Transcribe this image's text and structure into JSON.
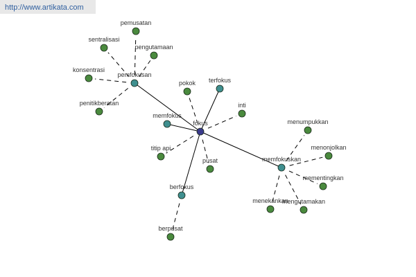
{
  "site_link": "http://www.artikata.com",
  "colors": {
    "center": "#3a3a8c",
    "related": "#3f8f8f",
    "synonym": "#4a8a3e"
  },
  "nodes": [
    {
      "id": "fokus",
      "label": "fokus",
      "kind": "center"
    },
    {
      "id": "pemfokusan",
      "label": "pemfokusan",
      "kind": "related"
    },
    {
      "id": "terfokus",
      "label": "terfokus",
      "kind": "related"
    },
    {
      "id": "memfokus",
      "label": "memfokus",
      "kind": "related"
    },
    {
      "id": "memfokuskan",
      "label": "memfokuskan",
      "kind": "related"
    },
    {
      "id": "berfokus",
      "label": "berfokus",
      "kind": "related"
    },
    {
      "id": "pemusatan",
      "label": "pemusatan",
      "kind": "synonym"
    },
    {
      "id": "sentralisasi",
      "label": "sentralisasi",
      "kind": "synonym"
    },
    {
      "id": "pengutamaan",
      "label": "pengutamaan",
      "kind": "synonym"
    },
    {
      "id": "konsentrasi",
      "label": "konsentrasi",
      "kind": "synonym"
    },
    {
      "id": "penitikberatan",
      "label": "penitikberatan",
      "kind": "synonym"
    },
    {
      "id": "pokok",
      "label": "pokok",
      "kind": "synonym"
    },
    {
      "id": "inti",
      "label": "inti",
      "kind": "synonym"
    },
    {
      "id": "titip_api",
      "label": "titip api",
      "kind": "synonym"
    },
    {
      "id": "pusat",
      "label": "pusat",
      "kind": "synonym"
    },
    {
      "id": "berpusat",
      "label": "berpusat",
      "kind": "synonym"
    },
    {
      "id": "menumpukkan",
      "label": "menumpukkan",
      "kind": "synonym"
    },
    {
      "id": "menonjolkan",
      "label": "menonjolkan",
      "kind": "synonym"
    },
    {
      "id": "mementingkan",
      "label": "mementingkan",
      "kind": "synonym"
    },
    {
      "id": "menekankan",
      "label": "menekankan",
      "kind": "synonym"
    },
    {
      "id": "mengutamakan",
      "label": "mengutamakan",
      "kind": "synonym"
    }
  ],
  "edges": [
    {
      "from": "fokus",
      "to": "pemfokusan",
      "style": "solid"
    },
    {
      "from": "fokus",
      "to": "terfokus",
      "style": "solid"
    },
    {
      "from": "fokus",
      "to": "memfokus",
      "style": "solid"
    },
    {
      "from": "fokus",
      "to": "memfokuskan",
      "style": "solid"
    },
    {
      "from": "fokus",
      "to": "berfokus",
      "style": "solid"
    },
    {
      "from": "fokus",
      "to": "pokok",
      "style": "dashed"
    },
    {
      "from": "fokus",
      "to": "inti",
      "style": "dashed"
    },
    {
      "from": "fokus",
      "to": "titip_api",
      "style": "dashed"
    },
    {
      "from": "fokus",
      "to": "pusat",
      "style": "dashed"
    },
    {
      "from": "pemfokusan",
      "to": "pemusatan",
      "style": "dashed"
    },
    {
      "from": "pemfokusan",
      "to": "sentralisasi",
      "style": "dashed"
    },
    {
      "from": "pemfokusan",
      "to": "pengutamaan",
      "style": "dashed"
    },
    {
      "from": "pemfokusan",
      "to": "konsentrasi",
      "style": "dashed"
    },
    {
      "from": "pemfokusan",
      "to": "penitikberatan",
      "style": "dashed"
    },
    {
      "from": "berfokus",
      "to": "berpusat",
      "style": "dashed"
    },
    {
      "from": "memfokuskan",
      "to": "menumpukkan",
      "style": "dashed"
    },
    {
      "from": "memfokuskan",
      "to": "menonjolkan",
      "style": "dashed"
    },
    {
      "from": "memfokuskan",
      "to": "mementingkan",
      "style": "dashed"
    },
    {
      "from": "memfokuskan",
      "to": "menekankan",
      "style": "dashed"
    },
    {
      "from": "memfokuskan",
      "to": "mengutamakan",
      "style": "dashed"
    }
  ]
}
